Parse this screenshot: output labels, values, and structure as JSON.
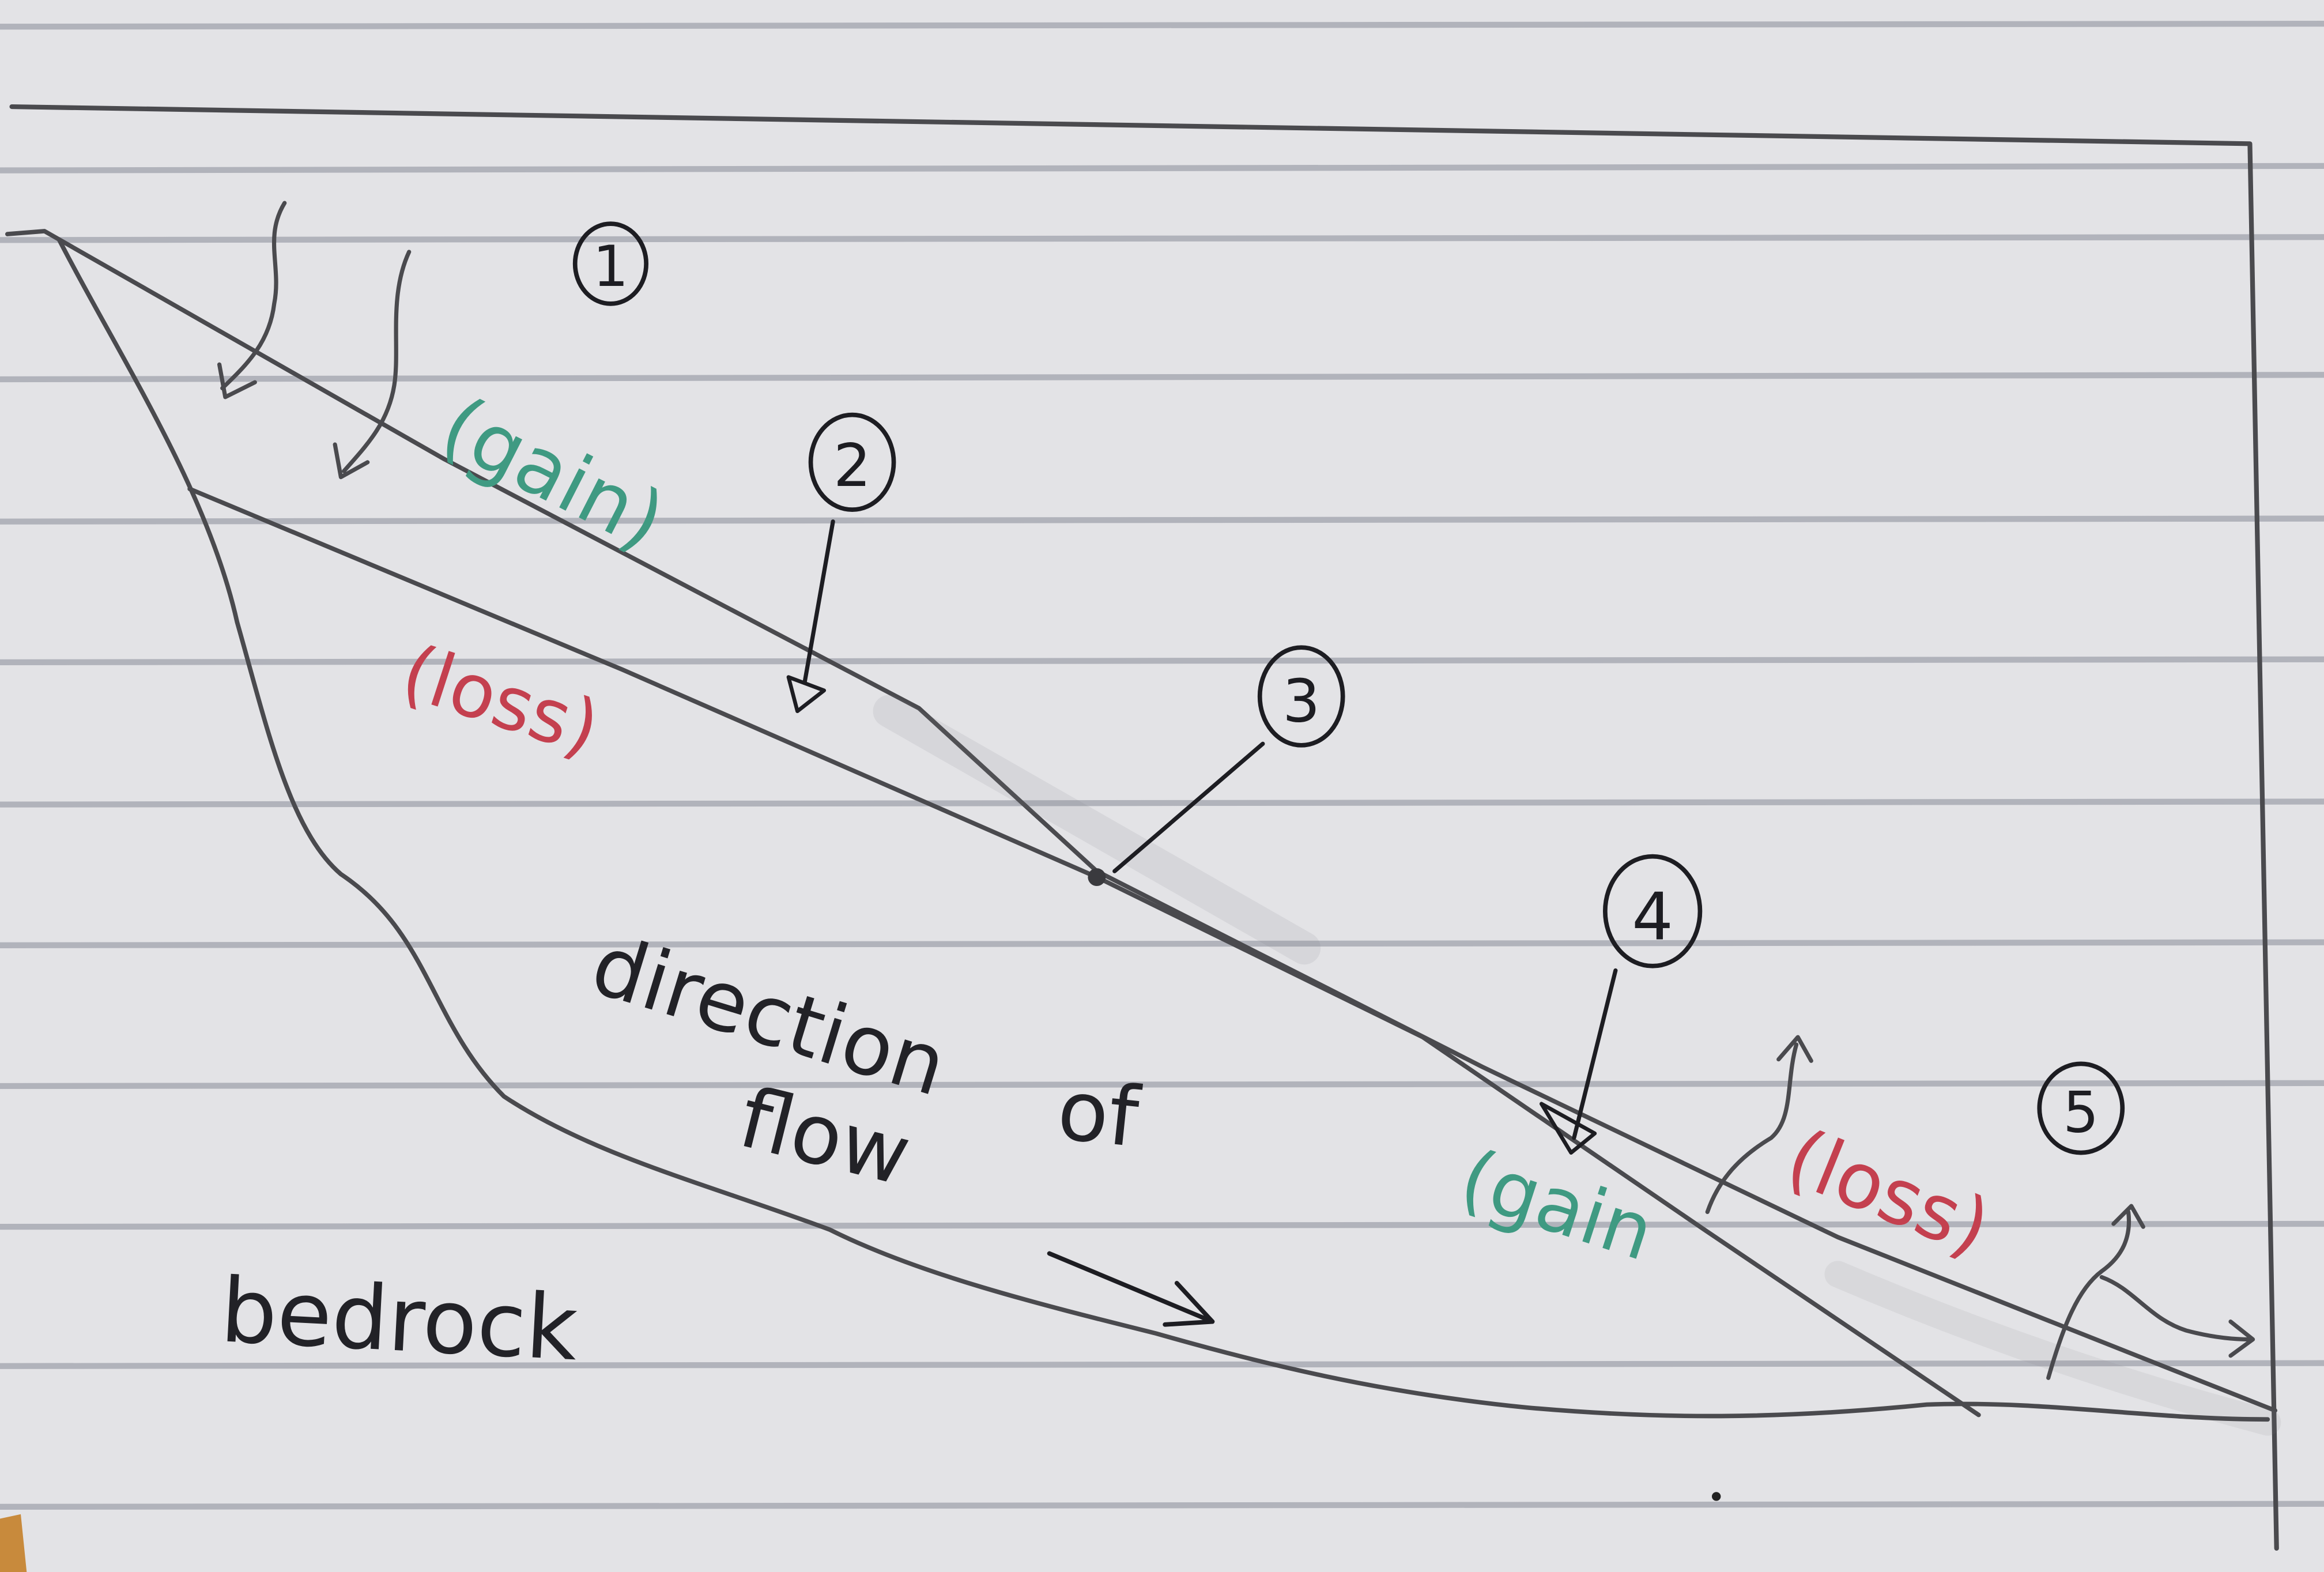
{
  "labels": {
    "direction_line1": "direction",
    "direction_line2": "of",
    "direction_line3": "flow",
    "bedrock": "bedrock",
    "gain_upper": "(gain)",
    "loss_upper": "(loss)",
    "gain_lower": "(gain",
    "loss_lower": "(loss)"
  },
  "markers": [
    "1",
    "2",
    "3",
    "4",
    "5"
  ],
  "colors": {
    "paper": "#e3e3e6",
    "pencil": "#4a4a4e",
    "ink": "#1d1d22",
    "gain_green": "#3f9a82",
    "loss_red": "#c4404f"
  }
}
